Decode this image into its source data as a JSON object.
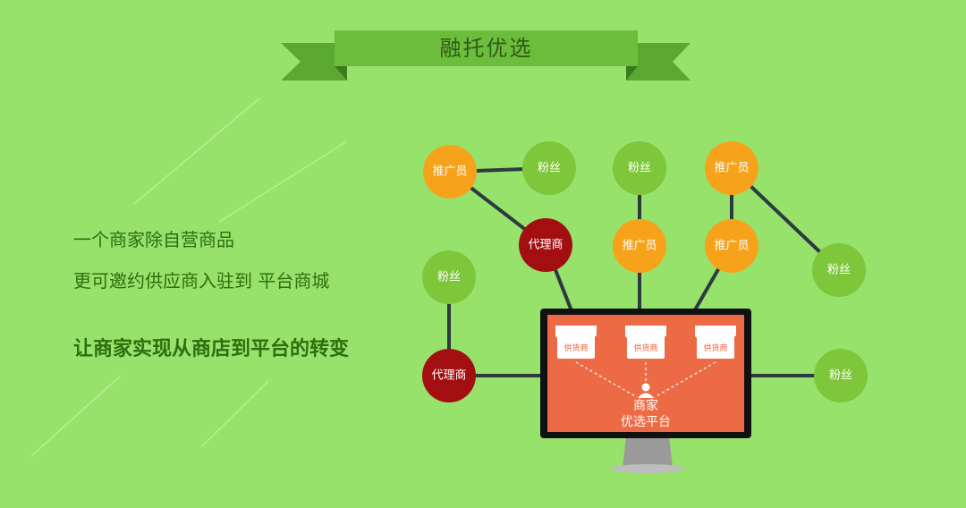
{
  "banner": {
    "title": "融托优选"
  },
  "text": {
    "line1": "一个商家除自营商品",
    "line2": "更可邀约供应商入驻到 平台商城",
    "line3": "让商家实现从商店到平台的转变"
  },
  "colors": {
    "background": "#97e26b",
    "fan": "#7ec63a",
    "promoter": "#f7a21b",
    "agent": "#a30f10",
    "screen": "#ec6b44",
    "monitor": "#111111"
  },
  "nodes": {
    "promoter_a": "推广员",
    "fan_a": "粉丝",
    "fan_b": "粉丝",
    "promoter_b": "推广员",
    "agent_a": "代理商",
    "promoter_c": "推广员",
    "promoter_d": "推广员",
    "fan_c": "粉丝",
    "fan_d": "粉丝",
    "agent_b": "代理商",
    "fan_e": "粉丝"
  },
  "monitor": {
    "shops": [
      "供货商",
      "供货商",
      "供货商"
    ],
    "platform_line1": "商家",
    "platform_line2": "优选平台",
    "icon": "merchant-person-icon"
  }
}
